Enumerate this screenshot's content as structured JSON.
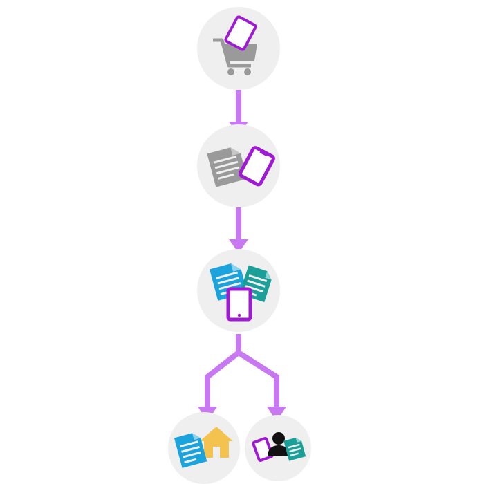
{
  "colors": {
    "background": "#ffffff",
    "node_fill": "#efefef",
    "arrow": "#c879f2",
    "device_purple": "#a01ad4",
    "gray_icon": "#9a9a9a",
    "doc_blue": "#1aa3dc",
    "doc_teal": "#1a9f99",
    "house_yellow": "#f4c24e",
    "person_black": "#111111"
  },
  "nodes": [
    {
      "id": "cart-with-tablet",
      "icons": [
        "shopping-cart-icon",
        "tablet-icon"
      ]
    },
    {
      "id": "document-and-tablet",
      "icons": [
        "document-icon",
        "tablet-icon"
      ]
    },
    {
      "id": "documents-and-tablet",
      "icons": [
        "document-icon",
        "document-icon",
        "tablet-icon"
      ]
    },
    {
      "id": "document-and-house",
      "icons": [
        "document-icon",
        "house-icon"
      ]
    },
    {
      "id": "tablet-person-document",
      "icons": [
        "tablet-icon",
        "person-icon",
        "document-icon"
      ]
    }
  ],
  "edges": [
    {
      "from": "cart-with-tablet",
      "to": "document-and-tablet"
    },
    {
      "from": "document-and-tablet",
      "to": "documents-and-tablet"
    },
    {
      "from": "documents-and-tablet",
      "to": "document-and-house"
    },
    {
      "from": "documents-and-tablet",
      "to": "tablet-person-document"
    }
  ]
}
